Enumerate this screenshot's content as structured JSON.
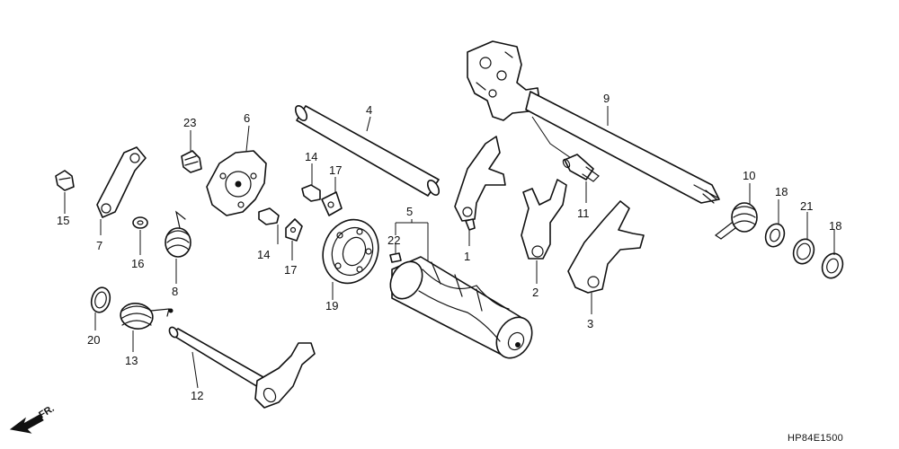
{
  "callouts": [
    {
      "id": "p1",
      "text": "1"
    },
    {
      "id": "p2",
      "text": "2"
    },
    {
      "id": "p3",
      "text": "3"
    },
    {
      "id": "p4",
      "text": "4"
    },
    {
      "id": "p5",
      "text": "5"
    },
    {
      "id": "p6",
      "text": "6"
    },
    {
      "id": "p7",
      "text": "7"
    },
    {
      "id": "p8",
      "text": "8"
    },
    {
      "id": "p9",
      "text": "9"
    },
    {
      "id": "p10",
      "text": "10"
    },
    {
      "id": "p11",
      "text": "11"
    },
    {
      "id": "p12",
      "text": "12"
    },
    {
      "id": "p13",
      "text": "13"
    },
    {
      "id": "p14a",
      "text": "14"
    },
    {
      "id": "p14b",
      "text": "14"
    },
    {
      "id": "p15",
      "text": "15"
    },
    {
      "id": "p16",
      "text": "16"
    },
    {
      "id": "p17a",
      "text": "17"
    },
    {
      "id": "p17b",
      "text": "17"
    },
    {
      "id": "p18a",
      "text": "18"
    },
    {
      "id": "p18b",
      "text": "18"
    },
    {
      "id": "p19",
      "text": "19"
    },
    {
      "id": "p20",
      "text": "20"
    },
    {
      "id": "p21",
      "text": "21"
    },
    {
      "id": "p22",
      "text": "22"
    },
    {
      "id": "p23",
      "text": "23"
    }
  ],
  "direction_marker": "FR.",
  "diagram_code": "HP84E1500",
  "colors": {
    "ink": "#111111",
    "paper": "#ffffff"
  }
}
